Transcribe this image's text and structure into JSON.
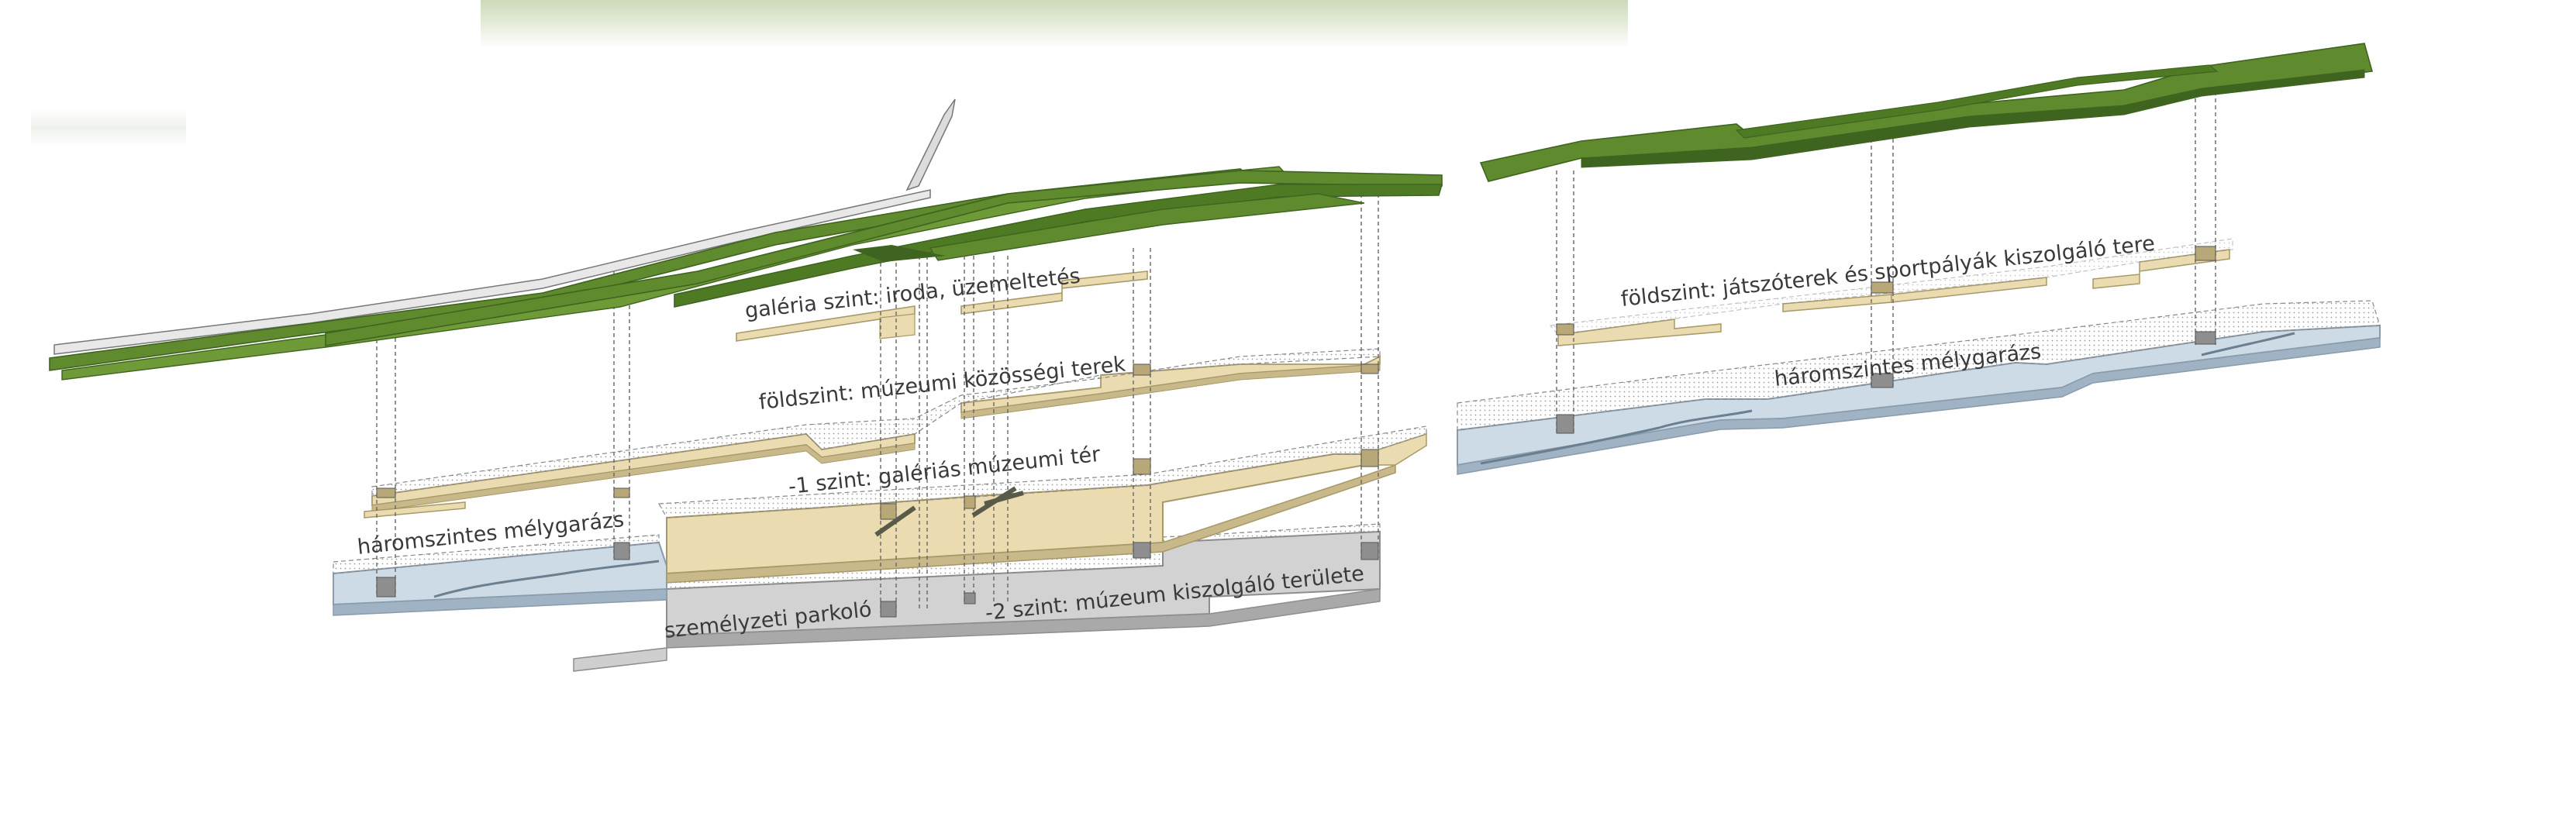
{
  "colors": {
    "roof_green": "#5f8a2e",
    "roof_green_dark": "#3f6420",
    "floor_tan": "#eadcb0",
    "floor_tan_edge": "#a89968",
    "parking_blue": "#c9d9e6",
    "service_gray": "#c8c8c8",
    "text": "#3a3a3a"
  },
  "left_section": {
    "labels": {
      "gallery": "galéria szint: iroda, üzemeltetés",
      "ground": "földszint: múzeumi közösségi terek",
      "minus1": "-1 szint: galériás múzeumi tér",
      "garage": "háromszintes mélygarázs",
      "staff_parking": "személyzeti parkoló",
      "minus2": "-2 szint: múzeum kiszolgáló területe"
    }
  },
  "right_section": {
    "labels": {
      "ground": "földszint: játszóterek és sportpályák kiszolgáló tere",
      "garage": "háromszintes mélygarázs"
    }
  }
}
